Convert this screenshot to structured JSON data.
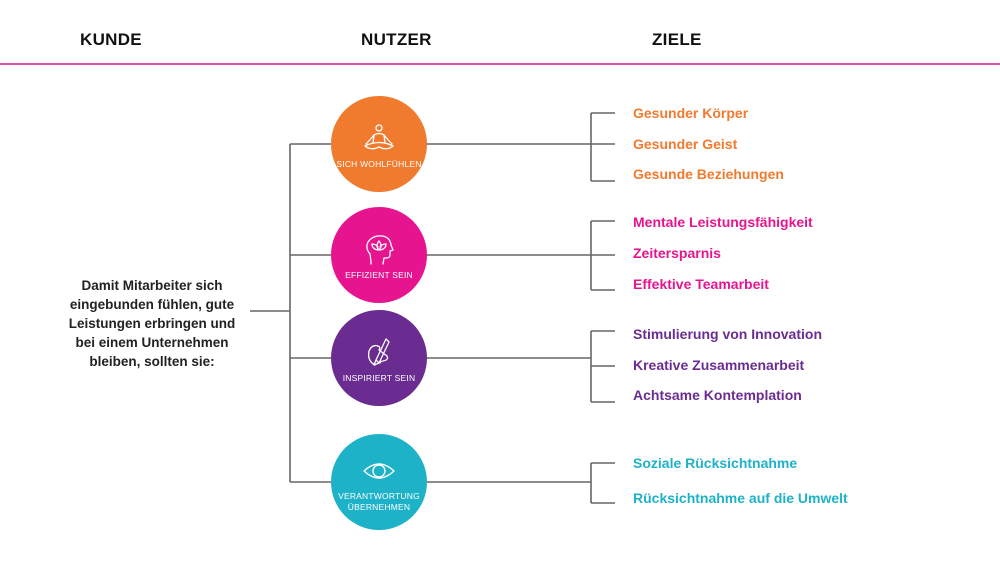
{
  "headers": {
    "kunde": "KUNDE",
    "nutzer": "NUTZER",
    "ziele": "ZIELE"
  },
  "intro_text": "Damit Mitarbeiter sich eingebunden fühlen, gute Leistungen erbringen und bei einem Unternehmen bleiben, sollten sie:",
  "colors": {
    "accent_rule": "#e44fae",
    "connector": "#666666",
    "orange": "#f07a2d",
    "pink": "#e6158f",
    "purple": "#6b2c91",
    "teal": "#1eb2c9"
  },
  "groups": [
    {
      "label": "Sich Wohlfühlen",
      "icon": "meditation-icon",
      "color": "#f07a2d",
      "goals": [
        "Gesunder Körper",
        "Gesunder Geist",
        "Gesunde Beziehungen"
      ]
    },
    {
      "label": "Effizient sein",
      "icon": "mind-lotus-icon",
      "color": "#e6158f",
      "goals": [
        "Mentale Leistungsfähigkeit",
        "Zeitersparnis",
        "Effektive Teamarbeit"
      ]
    },
    {
      "label": "Inspiriert sein",
      "icon": "palette-brush-icon",
      "color": "#6b2c91",
      "goals": [
        "Stimulierung von Innovation",
        "Kreative Zusammenarbeit",
        "Achtsame Kontemplation"
      ]
    },
    {
      "label": "Verantwortung übernehmen",
      "icon": "eye-icon",
      "color": "#1eb2c9",
      "goals": [
        "Soziale Rücksichtnahme",
        "Rücksichtnahme auf die Umwelt"
      ]
    }
  ]
}
